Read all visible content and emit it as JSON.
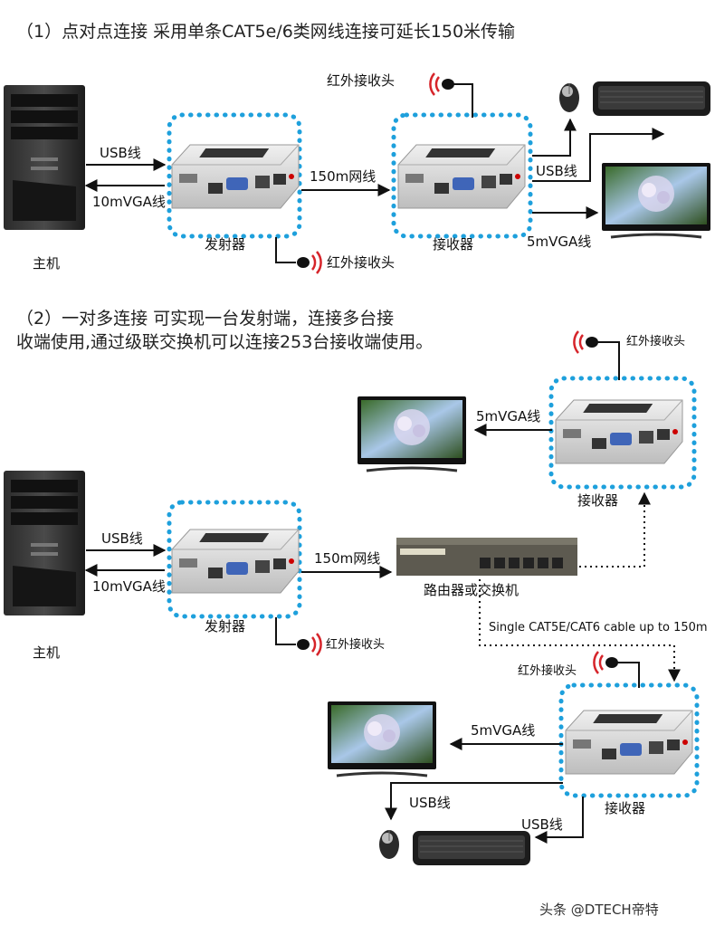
{
  "section1": {
    "title": "（1）点对点连接  采用单条CAT5e/6类网线连接可延长150米传输",
    "host_label": "主机",
    "usb_arrow": "USB线",
    "vga_arrow": "10mVGA线",
    "transmitter_label": "发射器",
    "ir_top": "红外接收头",
    "ir_bottom": "红外接收头",
    "cable_label": "150m网线",
    "receiver_label": "接收器",
    "usb_out": "USB线",
    "vga_out": "5mVGA线"
  },
  "section2": {
    "title_line1": "（2）一对多连接  可实现一台发射端，连接多台接",
    "title_line2": "收端使用,通过级联交换机可以连接253台接收端使用。",
    "host_label": "主机",
    "usb_arrow": "USB线",
    "vga_arrow": "10mVGA线",
    "transmitter_label": "发射器",
    "ir_transmitter": "红外接收头",
    "cable_label": "150m网线",
    "switch_label": "路由器或交换机",
    "cable_note": "Single CAT5E/CAT6 cable up to 150m",
    "receiver1_ir": "红外接收头",
    "receiver1_vga": "5mVGA线",
    "receiver1_label": "接收器",
    "receiver2_ir": "红外接收头",
    "receiver2_vga": "5mVGA线",
    "receiver2_label": "接收器",
    "receiver2_usb_mouse": "USB线",
    "receiver2_usb_kb": "USB线"
  },
  "watermark": "头条 @DTECH帝特",
  "colors": {
    "dotted_border": "#1ea0dc",
    "arrow": "#111111",
    "device_body": "#d8d8d8",
    "ir_red": "#d6242a"
  }
}
